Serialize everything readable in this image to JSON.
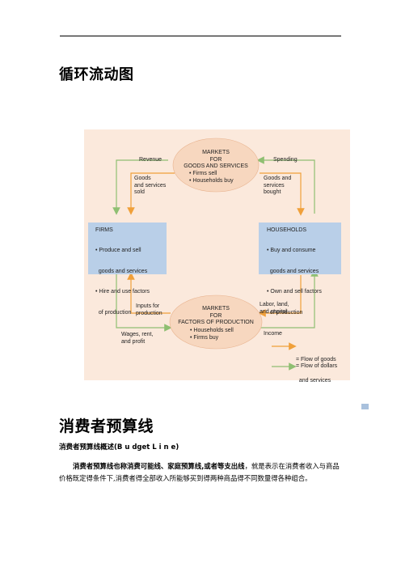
{
  "page": {
    "title1": "循环流动图",
    "title2": "消费者预算线",
    "subtitle": "消费者预算线概述(B u dget    L i n e)",
    "para_bold": "消费者预算线也称消费可能线、家庭预算线,或者等支出线",
    "para_rest": "，就是表示在消费者收入与商品价格既定得条件下,消费者得全部收入所能够买到得两种商品得不同数量得各种组合。"
  },
  "diagram": {
    "goods_market": [
      "MARKETS",
      "FOR",
      "GOODS AND SERVICES"
    ],
    "goods_market_items": [
      "• Firms sell",
      "• Households buy"
    ],
    "factor_market": [
      "MARKETS",
      "FOR",
      "FACTORS OF PRODUCTION"
    ],
    "factor_market_items": [
      "• Households sell",
      "• Firms buy"
    ],
    "firms_title": "FIRMS",
    "firms_items": [
      "• Produce and sell",
      "  goods and services",
      "• Hire and use factors",
      "  of production"
    ],
    "households_title": "HOUSEHOLDS",
    "households_items": [
      "• Buy and consume",
      "  goods and services",
      "• Own and sell factors",
      "  of production"
    ],
    "revenue": "Revenue",
    "spending": "Spending",
    "goods_sold": [
      "Goods",
      "and services",
      "sold"
    ],
    "goods_bought": [
      "Goods and",
      "services",
      "bought"
    ],
    "inputs": [
      "Inputs for",
      "production"
    ],
    "labor": [
      "Labor, land,",
      "and capital"
    ],
    "wages": [
      "Wages, rent,",
      "and profit"
    ],
    "income": "Income",
    "legend_goods": [
      "= Flow of goods",
      "  and services"
    ],
    "legend_dollars": "= Flow of dollars",
    "colors": {
      "goods": "#f0a03a",
      "dollars": "#8fbf72",
      "box": "#b9cfe8",
      "oval": "#f7d7bf",
      "bg": "#fbe9dc"
    }
  }
}
